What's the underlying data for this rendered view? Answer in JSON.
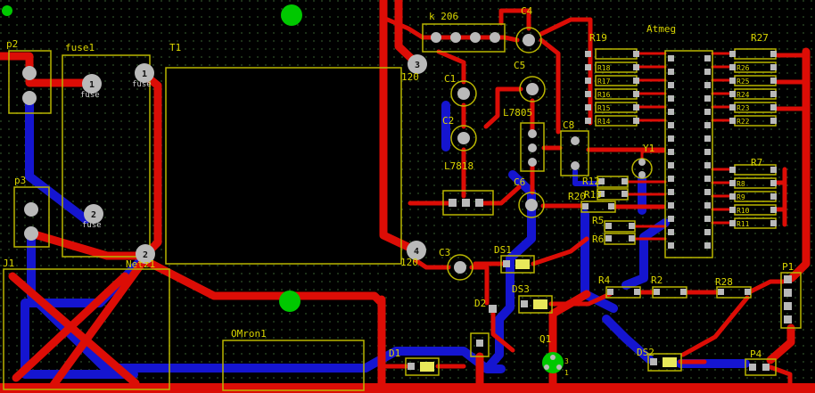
{
  "colors": {
    "red": "#dc0d06",
    "blue": "#1515d0",
    "silk": "#b9b600",
    "text": "#d9d500",
    "pad": "#b9b9b9",
    "via": "#00c800",
    "grid": "#24401f",
    "bg": "#000000",
    "ds-fill": "#e8e85a"
  },
  "labels": {
    "p2": "p2",
    "fuse1": "fuse1",
    "t1": "T1",
    "p3": "p3",
    "j1": "J1",
    "netz1": "Netz1",
    "k206": "k 206",
    "c1": "C1",
    "c2": "C2",
    "c3": "C3",
    "c4": "C4",
    "c5": "C5",
    "c6": "C6",
    "c8": "C8",
    "l7805": "L7805",
    "l7818": "L7818",
    "r20": "R20",
    "r12": "R12",
    "r13": "R13",
    "r5": "R5",
    "r6": "R6",
    "r4": "R4",
    "r2": "R2",
    "r28": "R28",
    "y1": "Y1",
    "atmega": "Atmeg",
    "p1": "P1",
    "p4": "P4",
    "ds1": "DS1",
    "ds2": "DS2",
    "ds3": "DS3",
    "d1": "D1",
    "d2": "D2",
    "q1": "Q1",
    "omron1": "OMron1"
  },
  "banks": {
    "left": [
      "R19",
      "R18",
      "R17",
      "R16",
      "R15",
      "R14"
    ],
    "right": [
      "R27",
      "R26",
      "R25",
      "R24",
      "R23",
      "R22"
    ],
    "r7": [
      "R7",
      "R8",
      "R9",
      "R10",
      "R11"
    ]
  },
  "pad_numbers": {
    "n1": "1",
    "n2": "2",
    "n3": "3",
    "n4": "4"
  },
  "pad_texts": {
    "fuse": "fuse",
    "v120": "120"
  },
  "q1_pins": {
    "pin3": "3",
    "pin1": "1"
  }
}
